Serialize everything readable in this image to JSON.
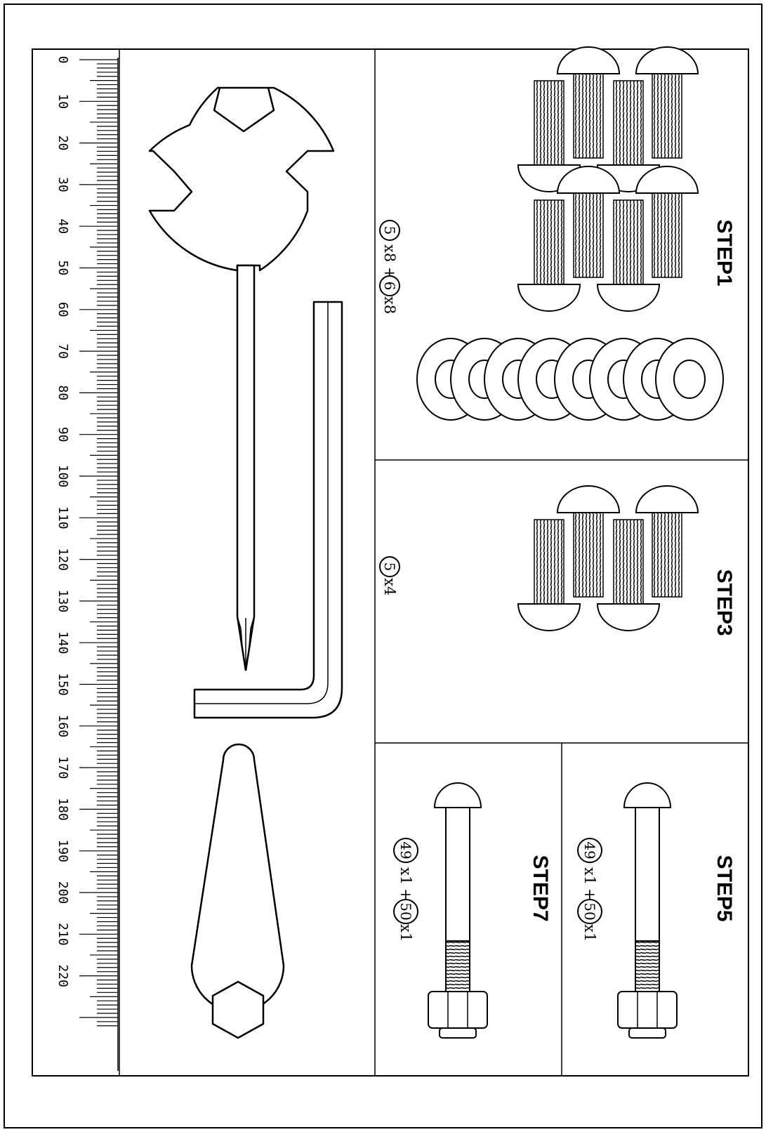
{
  "steps": {
    "step1": {
      "title": "STEP1",
      "parts": [
        {
          "number": "5",
          "qty": "x8"
        },
        {
          "number": "6",
          "qty": "x8"
        }
      ],
      "joiner": "+"
    },
    "step3": {
      "title": "STEP3",
      "parts": [
        {
          "number": "5",
          "qty": "x4"
        }
      ]
    },
    "step5": {
      "title": "STEP5",
      "parts": [
        {
          "number": "49",
          "qty": "x1"
        },
        {
          "number": "50",
          "qty": "x1"
        }
      ],
      "joiner": "+"
    },
    "step7": {
      "title": "STEP7",
      "parts": [
        {
          "number": "49",
          "qty": "x1"
        },
        {
          "number": "50",
          "qty": "x1"
        }
      ],
      "joiner": "+"
    }
  },
  "ruler": {
    "labels": [
      "0",
      "10",
      "20",
      "30",
      "40",
      "50",
      "60",
      "70",
      "80",
      "90",
      "100",
      "110",
      "120",
      "130",
      "140",
      "150",
      "160",
      "170",
      "180",
      "190",
      "200",
      "210",
      "220"
    ]
  },
  "colors": {
    "ink": "#000000",
    "paper": "#ffffff"
  }
}
